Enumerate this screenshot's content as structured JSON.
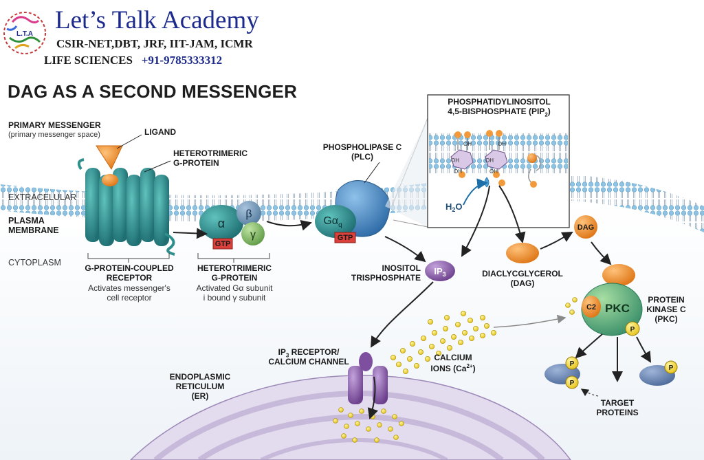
{
  "brand": {
    "name": "Let’s Talk Academy",
    "exams": "CSIR-NET,DBT, JRF, IIT-JAM, ICMR",
    "subject": "LIFE SCIENCES",
    "phone": "+91-9785333312",
    "logo_letters": "L.T.A"
  },
  "title": "DAG AS A SECOND MESSENGER",
  "regions": {
    "extracellular": "EXTRACELULAR",
    "membrane_line1": "PLASMA",
    "membrane_line2": "MEMBRANE",
    "cytoplasm": "CYTOPLASM"
  },
  "labels": {
    "primary_messenger": "PRIMARY MESSENGER",
    "primary_messenger_sub": "(primary messenger space)",
    "ligand": "LIGAND",
    "het_g_protein_top_1": "HETEROTRIMERIC",
    "het_g_protein_top_2": "G-PROTEIN",
    "gpcr_1": "G-PROTEIN-COUPLED",
    "gpcr_2": "RECEPTOR",
    "gpcr_desc_1": "Activates messenger's",
    "gpcr_desc_2": "cell receptor",
    "het_g_bottom_1": "HETEROTRIMERIC",
    "het_g_bottom_2": "G-PROTEIN",
    "het_g_desc_1": "Activated Gα subunit",
    "het_g_desc_2": "i bound γ subunit",
    "plc_1": "PHOSPHOLIPASE C",
    "plc_2": "(PLC)",
    "pip2_1": "PHOSPHATIDYLINOSITOL",
    "pip2_2": "4,5-BISPHOSPHATE (PIP",
    "pip2_sub": "2",
    "pip2_close": ")",
    "water": "H",
    "water_sub": "2",
    "water_o": "O",
    "oh": "OH",
    "ip3_full_1": "INOSITOL",
    "ip3_full_2": "TRISPHOSPHATE",
    "ip3": "IP",
    "ip3_sub": "3",
    "dag_full_1": "DIACLYCGLYCEROL",
    "dag_full_2": "(DAG)",
    "dag": "DAG",
    "pkc_1": "PROTEIN",
    "pkc_2": "KINASE C",
    "pkc_3": "(PKC)",
    "pkc": "PKC",
    "c2": "C2",
    "p": "P",
    "ip3r_1": "IP",
    "ip3r_sub": "3",
    "ip3r_1b": " RECEPTOR/",
    "ip3r_2": "CALCIUM CHANNEL",
    "calcium_1": "CALCIUM",
    "calcium_2": "IONS (Ca",
    "calcium_sup": "2+",
    "calcium_close": ")",
    "er_1": "ENDOPLASMIC",
    "er_2": "RETICULUM",
    "er_3": "(ER)",
    "target_1": "TARGET",
    "target_2": "PROTEINS",
    "alpha": "α",
    "beta": "β",
    "gamma": "γ",
    "gtp": "GTP",
    "galpha": "Gα",
    "galpha_sub": "q"
  },
  "colors": {
    "brand_blue": "#1c2a8c",
    "membrane_blue": "#a9cbe0",
    "receptor_teal": "#2f8f8c",
    "ligand_orange": "#f29a3a",
    "plc_blue": "#4b8cc4",
    "gtp_red": "#d9413a",
    "ip3_purple": "#8d5fa8",
    "pkc_green": "#5cb07a",
    "calcium_yellow": "#f5dc3a",
    "er_purple": "#c9b8d8"
  }
}
